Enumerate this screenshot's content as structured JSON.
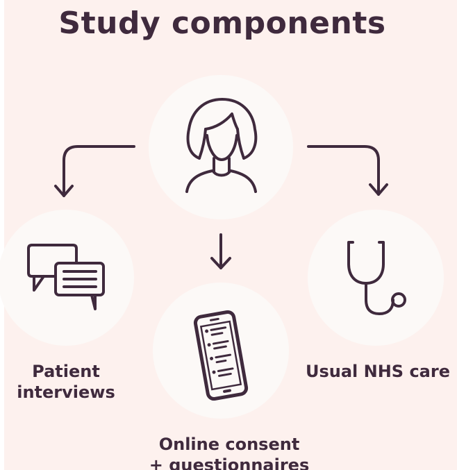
{
  "title": "Study components",
  "components": {
    "interviews": {
      "line1": "Patient",
      "line2": "interviews",
      "icon": "chat-bubbles-icon"
    },
    "online": {
      "line1": "Online consent",
      "line2": "+ questionnaires",
      "icon": "smartphone-icon"
    },
    "nhs": {
      "label": "Usual NHS care",
      "icon": "stethoscope-icon"
    }
  },
  "center": {
    "icon": "person-icon"
  },
  "colors": {
    "background": "#fdf1ee",
    "circle": "#fcf9f7",
    "ink": "#3f2a3d"
  }
}
